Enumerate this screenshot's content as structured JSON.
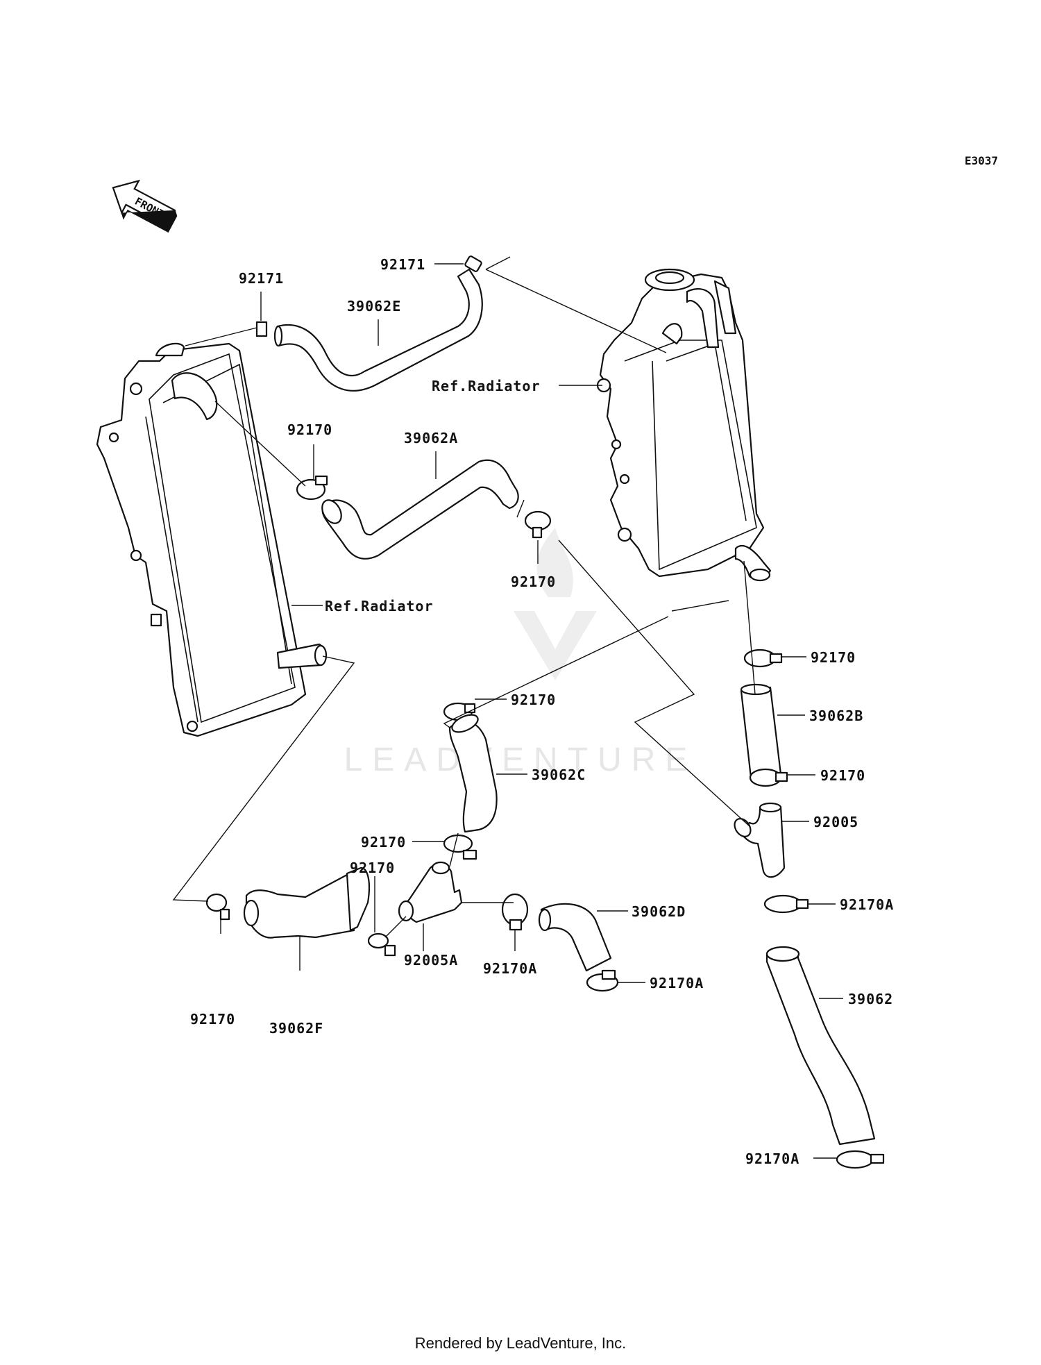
{
  "diagram_code": "E3037",
  "front_marker": "FRONT",
  "watermark": "LEADVENTURE",
  "footer": "Rendered by LeadVenture, Inc.",
  "callouts": {
    "c_92171_left": "92171",
    "c_92171_top": "92171",
    "c_39062E": "39062E",
    "c_ref_radiator_right": "Ref.Radiator",
    "c_92170_upper_left": "92170",
    "c_39062A": "39062A",
    "c_92170_mid": "92170",
    "c_ref_radiator_left": "Ref.Radiator",
    "c_92170_right_top": "92170",
    "c_92170_center": "92170",
    "c_39062B": "39062B",
    "c_39062C": "39062C",
    "c_92170_right_2": "92170",
    "c_92005": "92005",
    "c_92170_lower_1": "92170",
    "c_92170_lower_2": "92170",
    "c_92170A_right": "92170A",
    "c_39062D": "39062D",
    "c_92005A": "92005A",
    "c_92170A_center": "92170A",
    "c_92170A_d": "92170A",
    "c_39062": "39062",
    "c_92170_bottom_left": "92170",
    "c_39062F": "39062F",
    "c_92170A_bottom": "92170A"
  }
}
